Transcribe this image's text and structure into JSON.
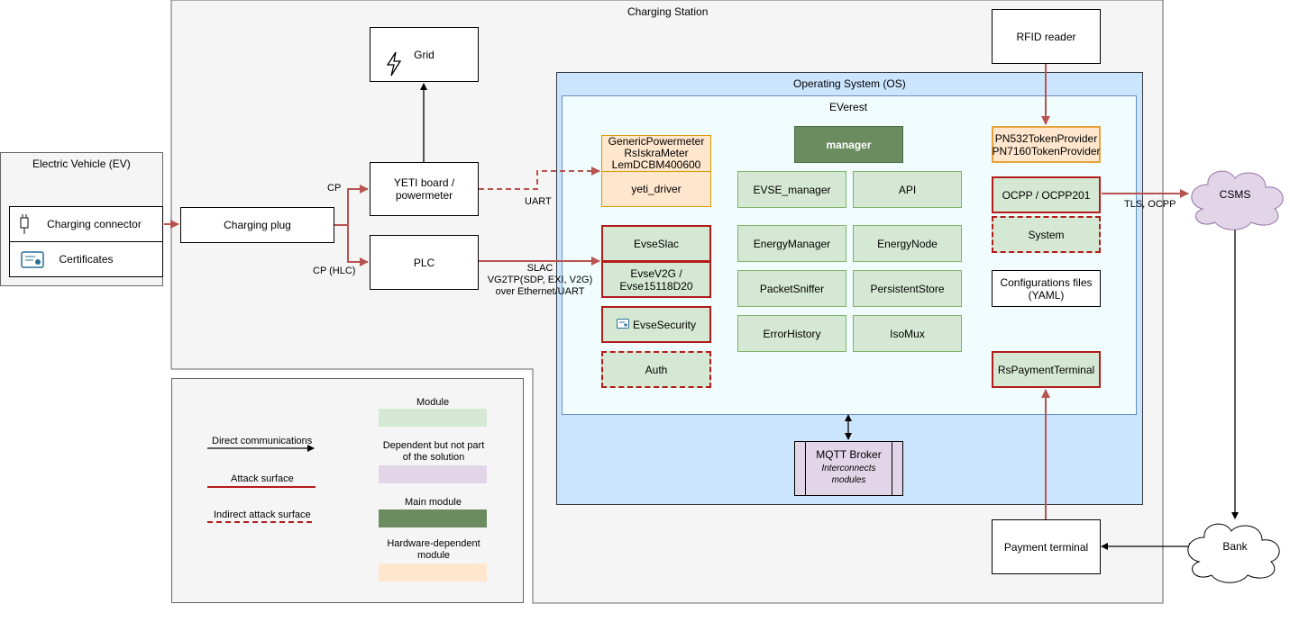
{
  "containers": {
    "charging_station": "Charging Station",
    "os": "Operating System (OS)",
    "everest": "EVerest",
    "ev": "Electric Vehicle (EV)"
  },
  "nodes": {
    "grid": "Grid",
    "yeti_board": "YETI board / powermeter",
    "plc": "PLC",
    "charging_plug": "Charging plug",
    "charging_connector": "Charging connector",
    "certificates": "Certificates",
    "rfid_reader": "RFID reader",
    "powermeter_list": "GenericPowermeter\nRsIskraMeter\nLemDCBM400600",
    "yeti_driver": "yeti_driver",
    "manager": "manager",
    "evse_manager": "EVSE_manager",
    "api": "API",
    "token_providers": "PN532TokenProvider\nPN7160TokenProvider",
    "ocpp": "OCPP / OCPP201",
    "system": "System",
    "evse_slac": "EvseSlac",
    "evse_v2g": "EvseV2G /\nEvse15118D20",
    "energy_manager": "EnergyManager",
    "energy_node": "EnergyNode",
    "packet_sniffer": "PacketSniffer",
    "persistent_store": "PersistentStore",
    "evse_security": "EvseSecurity",
    "error_history": "ErrorHistory",
    "iso_mux": "IsoMux",
    "config_files": "Configurations files\n(YAML)",
    "auth": "Auth",
    "rs_payment_terminal": "RsPaymentTerminal",
    "mqtt_title": "MQTT Broker",
    "mqtt_sub": "Interconnects\nmodules",
    "payment_terminal": "Payment terminal",
    "csms": "CSMS",
    "bank": "Bank"
  },
  "edge_labels": {
    "cp": "CP",
    "cp_hlc": "CP (HLC)",
    "uart": "UART",
    "slac": "SLAC\nVG2TP(SDP, EXI, V2G)\nover Ethernet/UART",
    "tls_ocpp": "TLS, OCPP"
  },
  "legend": {
    "module": "Module",
    "dependent": "Dependent but not part\nof the solution",
    "main_module": "Main module",
    "hardware": "Hardware-dependent\nmodule",
    "direct": "Direct communications",
    "attack": "Attack surface",
    "indirect": "Indirect attack surface"
  },
  "colors": {
    "module": "#d5e8d4",
    "main_module": "#6a8c5e",
    "hardware": "#ffe6cc",
    "dependent": "#e1d5e7",
    "attack": "#b85450",
    "os_bg": "#cce5ff",
    "everest_bg": "#f0fcfe"
  }
}
